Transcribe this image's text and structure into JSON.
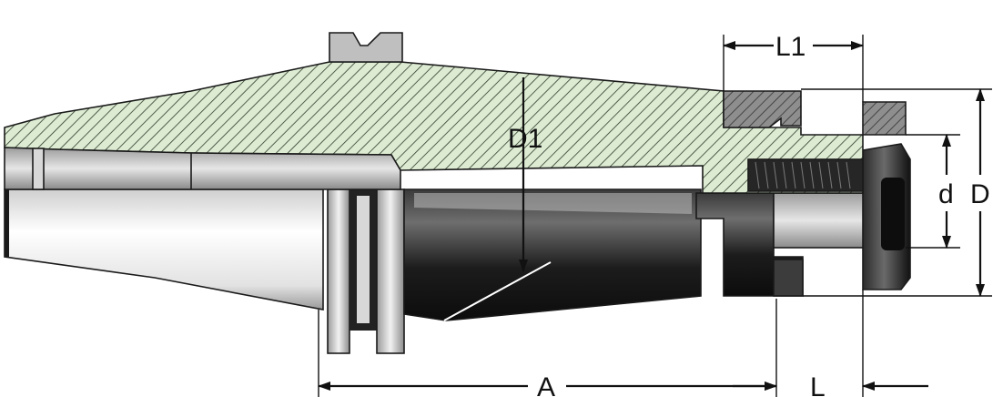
{
  "colors": {
    "section_fill": "#dcebd2",
    "section_hatch": "#2f3b2c",
    "steel_light": "#f4f4f4",
    "steel_mid": "#b8b8b8",
    "steel_dark": "#1e1e1e",
    "collar_fill": "#8a8a8a",
    "dimension_ink": "#111111"
  },
  "labels": {
    "l1": "L1",
    "d1": "D1",
    "d_small": "d",
    "d_large": "D",
    "a": "A",
    "l": "L"
  }
}
